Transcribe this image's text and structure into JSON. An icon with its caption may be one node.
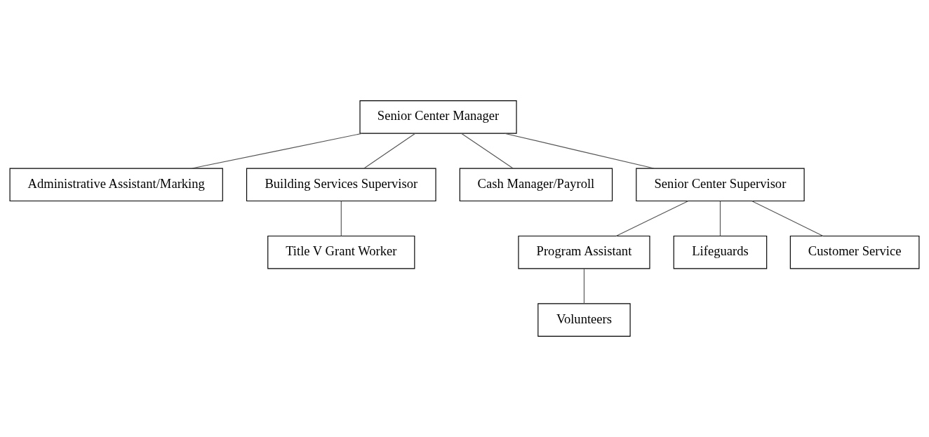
{
  "diagram": {
    "nodes": [
      {
        "text": [
          "Senior Center Manager"
        ]
      },
      {
        "text": [
          "Administrative Assistant/Marking"
        ]
      },
      {
        "text": [
          "Building Services Supervisor"
        ]
      },
      {
        "text": [
          "Cash Manager/Payroll"
        ]
      },
      {
        "text": [
          "Senior Center Supervisor"
        ]
      },
      {
        "text": [
          "Program Assistant"
        ]
      },
      {
        "text": [
          "Title V Grant Worker"
        ]
      },
      {
        "text": [
          "Lifeguards"
        ]
      },
      {
        "text": [
          "Customer Service"
        ]
      },
      {
        "text": [
          "Volunteers"
        ]
      }
    ],
    "edges": [
      {
        "from": 0,
        "to": 4,
        "arrow": "none"
      },
      {
        "from": 0,
        "to": 1,
        "arrow": "none"
      },
      {
        "from": 0,
        "to": 2,
        "arrow": "none"
      },
      {
        "from": 0,
        "to": 3,
        "arrow": "none"
      },
      {
        "from": 4,
        "to": 5,
        "arrow": "none"
      },
      {
        "from": 2,
        "to": 6,
        "arrow": "none"
      },
      {
        "from": 4,
        "to": 7,
        "arrow": "none"
      },
      {
        "from": 4,
        "to": 8,
        "arrow": "none"
      },
      {
        "from": 5,
        "to": 9,
        "arrow": "none"
      }
    ]
  }
}
